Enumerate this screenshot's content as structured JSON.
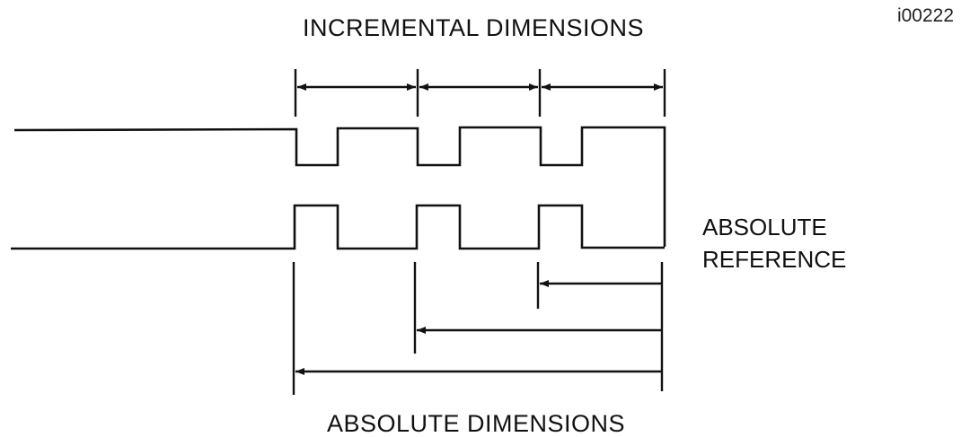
{
  "diagram": {
    "image_id": "i00222",
    "top_label": "INCREMENTAL DIMENSIONS",
    "bottom_label": "ABSOLUTE DIMENSIONS",
    "side_label_line1": "ABSOLUTE",
    "side_label_line2": "REFERENCE",
    "line_color": "#111111",
    "background": "#ffffff"
  }
}
